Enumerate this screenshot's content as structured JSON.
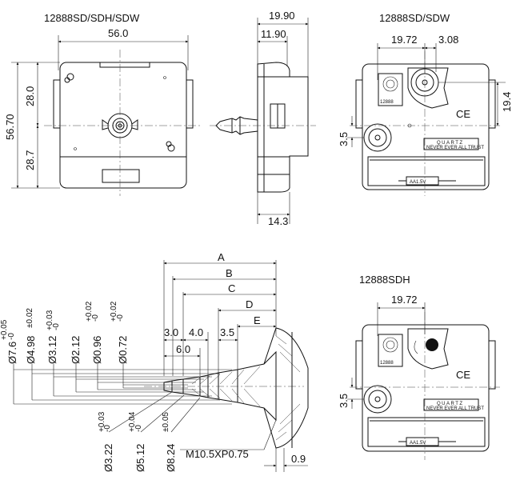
{
  "views": {
    "front": {
      "title": "12888SD/SDH/SDW",
      "width_dim": "56.0",
      "height_dim": "56.70",
      "upper_dim": "28.0",
      "lower_dim": "28.7"
    },
    "side": {
      "depth_dim": "19.90",
      "mid_dim": "11.90",
      "base_dim": "14.3"
    },
    "back_sd": {
      "title": "12888SD/SDW",
      "offset_dim": "19.72",
      "gear_dim": "3.08",
      "right_dim": "19.4",
      "left_dim": "3.5",
      "quartz_label": "QUARTZ",
      "movement_label": "NEVER EVER ALL TRUST",
      "battery_label": "AA1.5V",
      "ce_label": "CE",
      "id_label": "12888"
    },
    "back_sdh": {
      "title": "12888SDH",
      "offset_dim": "19.72",
      "left_dim": "3.5",
      "quartz_label": "QUARTZ",
      "movement_label": "NEVER EVER ALL TRUST",
      "battery_label": "AA1.5V",
      "ce_label": "CE",
      "id_label": "12888"
    },
    "shaft": {
      "length_labels": [
        "A",
        "B",
        "C",
        "D",
        "E"
      ],
      "step_dims": [
        "3.0",
        "4.0",
        "6.0",
        "3.5"
      ],
      "dia_top": [
        {
          "base": "Ø7.6",
          "tol_up": "+0.05",
          "tol_dn": "-0"
        },
        {
          "base": "Ø4.98",
          "tol_up": "±0.02",
          "tol_dn": ""
        },
        {
          "base": "Ø3.12",
          "tol_up": "+0.03",
          "tol_dn": "-0"
        },
        {
          "base": "Ø2.12",
          "tol_up": "",
          "tol_dn": ""
        },
        {
          "base": "Ø0.96",
          "tol_up": "+0.02",
          "tol_dn": "-0"
        },
        {
          "base": "Ø0.72",
          "tol_up": "+0.02",
          "tol_dn": "-0"
        }
      ],
      "dia_bottom": [
        {
          "base": "Ø3.22",
          "tol_up": "+0.03",
          "tol_dn": "-0"
        },
        {
          "base": "Ø5.12",
          "tol_up": "+0.04",
          "tol_dn": "-0"
        },
        {
          "base": "Ø8.24",
          "tol_up": "±0.05",
          "tol_dn": ""
        }
      ],
      "thread_label": "M10.5XP0.75",
      "flange_dim": "0.9"
    }
  }
}
